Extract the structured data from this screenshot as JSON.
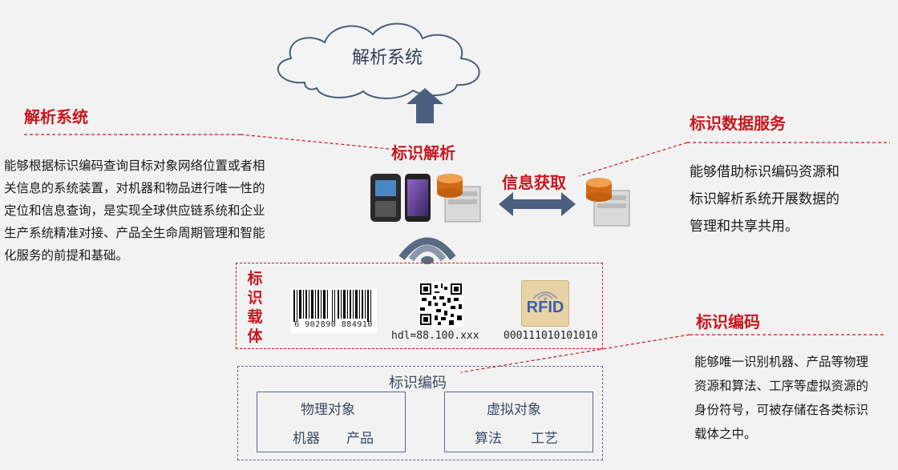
{
  "cloud": {
    "label": "解析系统"
  },
  "left_section": {
    "title": "解析系统",
    "description_lines": [
      "能够根据标识编码查询目标对象网络位置或者相",
      "关信息的系统装置，对机器和物品进行唯一性的",
      "定位和信息查询，是实现全球供应链系统和企业",
      "生产系统精准对接、产品全生命周期管理和智能",
      "化服务的前提和基础。"
    ]
  },
  "center": {
    "resolution_label": "标识解析",
    "info_label": "信息获取"
  },
  "right_top_section": {
    "title": "标识数据服务",
    "description_lines": [
      "能够借助标识编码资源和",
      "标识解析系统开展数据的",
      "管理和共享共用。"
    ]
  },
  "carrier_box": {
    "vertical_label": [
      "标",
      "识",
      "载",
      "体"
    ],
    "barcode_digits": "6 902890 884910",
    "qr_caption": "hdl=88.100.xxx",
    "rfid_label": "RFID",
    "rfid_caption": "000111010101010"
  },
  "right_bottom_section": {
    "title": "标识编码",
    "description_lines": [
      "能够唯一识别机器、产品等物理",
      "资源和算法、工序等虚拟资源的",
      "身份符号，可被存储在各类标识",
      "载体之中。"
    ]
  },
  "encoding_box": {
    "title": "标识编码",
    "physical": {
      "title": "物理对象",
      "items": [
        "机器",
        "产品"
      ]
    },
    "virtual": {
      "title": "虚拟对象",
      "items": [
        "算法",
        "工艺"
      ]
    }
  },
  "colors": {
    "accent_red": "#c8171e",
    "box_blue": "#5a6a88",
    "arrow_blue": "#4a5e80"
  }
}
